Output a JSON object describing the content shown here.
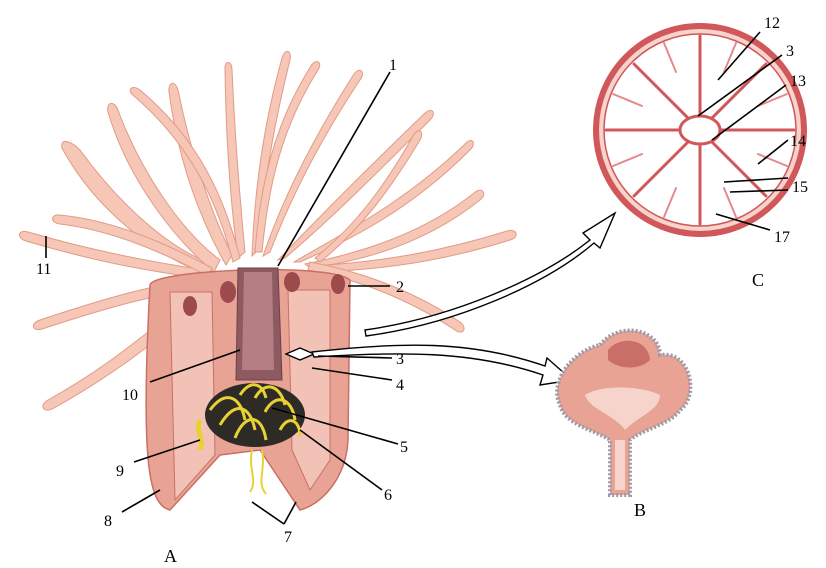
{
  "figure": {
    "panels": {
      "a": "A",
      "b": "B",
      "c": "C"
    },
    "labels": [
      "1",
      "2",
      "3",
      "4",
      "5",
      "6",
      "7",
      "8",
      "9",
      "10",
      "11",
      "12",
      "3",
      "13",
      "14",
      "15",
      "17"
    ]
  },
  "colors": {
    "tentacle": "#f6c7b6",
    "tentacle_edge": "#e39a86",
    "body": "#e9a394",
    "body_dark": "#c96f68",
    "inner": "#f3c2b6",
    "pharynx": "#8e5a62",
    "mesentery_yellow": "#e8d233",
    "mesentery_dark": "#2e2a25",
    "section_red": "#d0575a",
    "section_light": "#f6d3cb",
    "gray_edge": "#9a9aa8"
  }
}
